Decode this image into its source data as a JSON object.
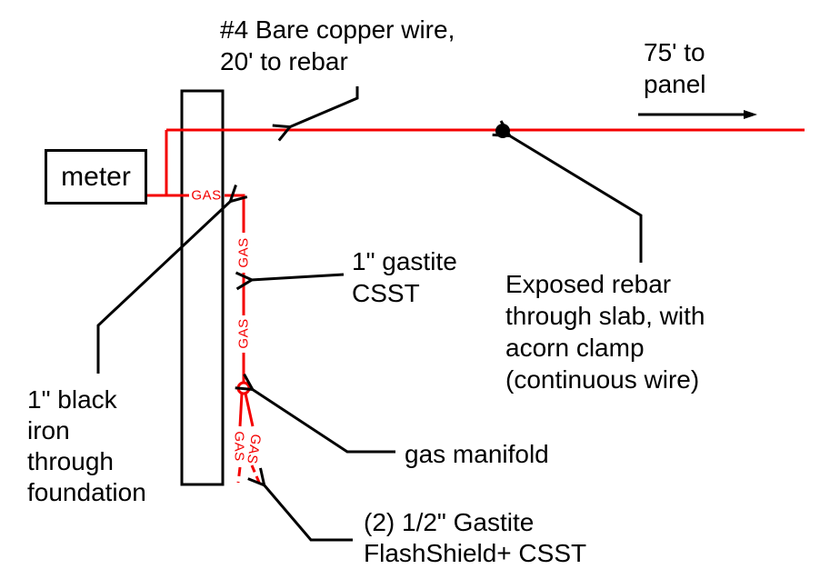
{
  "colors": {
    "wire_red": "#f40000",
    "line_black": "#000000",
    "background": "#ffffff"
  },
  "labels": {
    "copper_wire": "#4 Bare copper wire,\n20' to rebar",
    "panel_distance": "75' to\npanel",
    "meter": "meter",
    "gastite_csst": "1\" gastite\nCSST",
    "exposed_rebar": "Exposed rebar\nthrough slab, with\nacorn clamp\n(continuous wire)",
    "black_iron": "1\" black\niron\nthrough\nfoundation",
    "gas_manifold": "gas manifold",
    "flashshield_csst": "(2) 1/2\" Gastite\nFlashShield+ CSST",
    "gas_tag": "GAS"
  }
}
